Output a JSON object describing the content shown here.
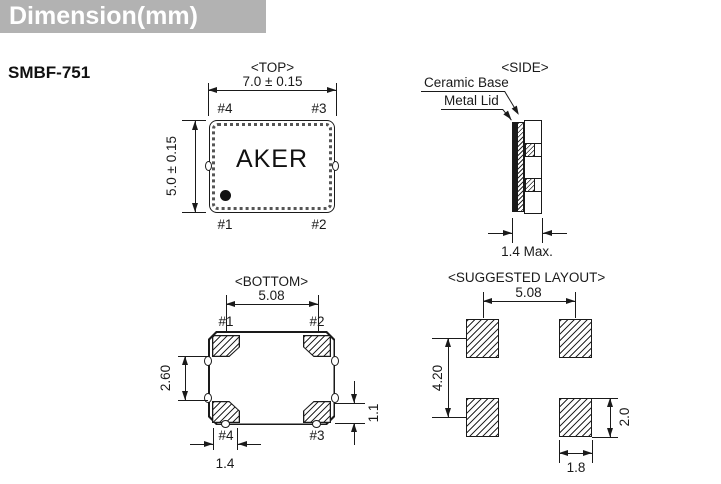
{
  "colors": {
    "header_bg": "#b2b2b2",
    "header_text": "#ffffff",
    "line": "#1a1a1a"
  },
  "header": {
    "title": "Dimension(mm)"
  },
  "model": "SMBF-751",
  "views": {
    "top": {
      "label": "<TOP>",
      "width_dim": "7.0 ± 0.15",
      "height_dim": "5.0 ± 0.15",
      "brand": "AKER",
      "pin_top_left": "#4",
      "pin_top_right": "#3",
      "pin_bottom_left": "#1",
      "pin_bottom_right": "#2"
    },
    "side": {
      "label": "<SIDE>",
      "callout_ceramic": "Ceramic Base",
      "callout_lid": "Metal Lid",
      "thickness_dim": "1.4 Max."
    },
    "bottom": {
      "label": "<BOTTOM>",
      "pad_pitch_dim": "5.08",
      "pad_gap_dim": "2.60",
      "pad_height_dim": "1.1",
      "pad_width_dim": "1.4",
      "pin_top_left": "#1",
      "pin_top_right": "#2",
      "pin_bottom_left": "#4",
      "pin_bottom_right": "#3"
    },
    "layout": {
      "label": "<SUGGESTED LAYOUT>",
      "pad_pitch_x_dim": "5.08",
      "pad_pitch_y_dim": "4.20",
      "pad_height_dim": "2.0",
      "pad_width_dim": "1.8"
    }
  }
}
